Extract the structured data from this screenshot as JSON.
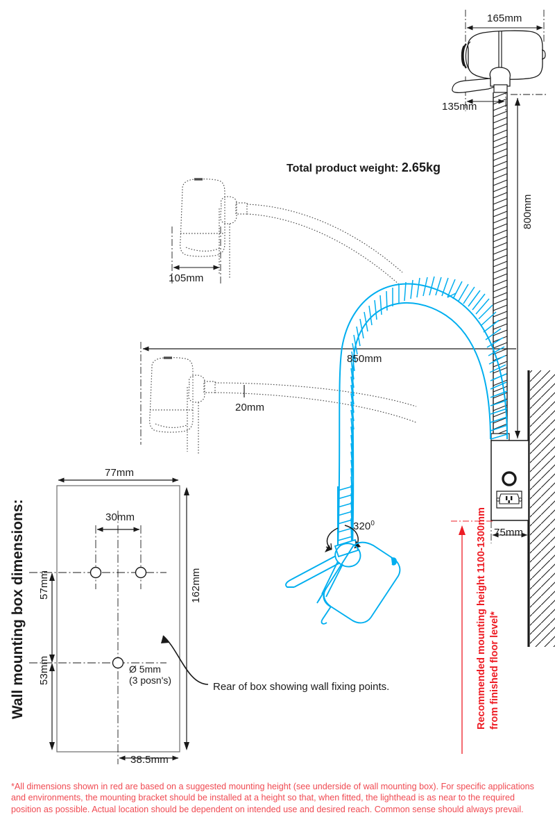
{
  "document": {
    "type": "technical-dimension-drawing",
    "title_weight": "Total product weight:",
    "weight_value": "2.65kg",
    "panel_title": "Wall mounting box dimensions:",
    "footnote": "*All dimensions shown in red are based on a suggested mounting height (see underside of wall mounting box). For specific applications and environments, the mounting bracket should be installed at a height so that, when fitted, the lighthead is as near to the required position as possible. Actual location should be dependent on intended use and desired reach. Common sense should always prevail."
  },
  "colors": {
    "cyan": "#00AEEF",
    "red": "#ED1C24",
    "footnote_red": "#F04A52",
    "line": "#1a1a1a"
  },
  "dimensions": {
    "head_width": "165mm",
    "head_offset": "135mm",
    "arm_drop": "800mm",
    "head_depth": "105mm",
    "reach": "850mm",
    "joint": "20mm",
    "rotation": "320",
    "rotation_unit": "0",
    "box_depth": "75mm",
    "box_width": "77mm",
    "hole_spacing": "30mm",
    "box_height": "162mm",
    "top_to_centre": "57mm",
    "centre_to_bottom": "53mm",
    "centre_offset": "38.5mm"
  },
  "annotations": {
    "hole_spec_line1": "Ø 5mm",
    "hole_spec_line2": "(3 posn's)",
    "rear_of_box": "Rear of box showing wall fixing points.",
    "mounting_height": "Recommended mounting height 1100-1300mm\nfrom finished floor level*",
    "mounting_height_line1": "Recommended mounting height 1100-1300mm",
    "mounting_height_line2": "from finished floor level*"
  },
  "icons": {
    "wallbox_knob": "circular-knob-icon",
    "wallbox_socket": "iec-power-socket-icon",
    "arrow": "dimension-arrow-icon",
    "rotation_arrow": "rotation-arc-arrow-icon",
    "leader": "leader-arrow-icon"
  }
}
